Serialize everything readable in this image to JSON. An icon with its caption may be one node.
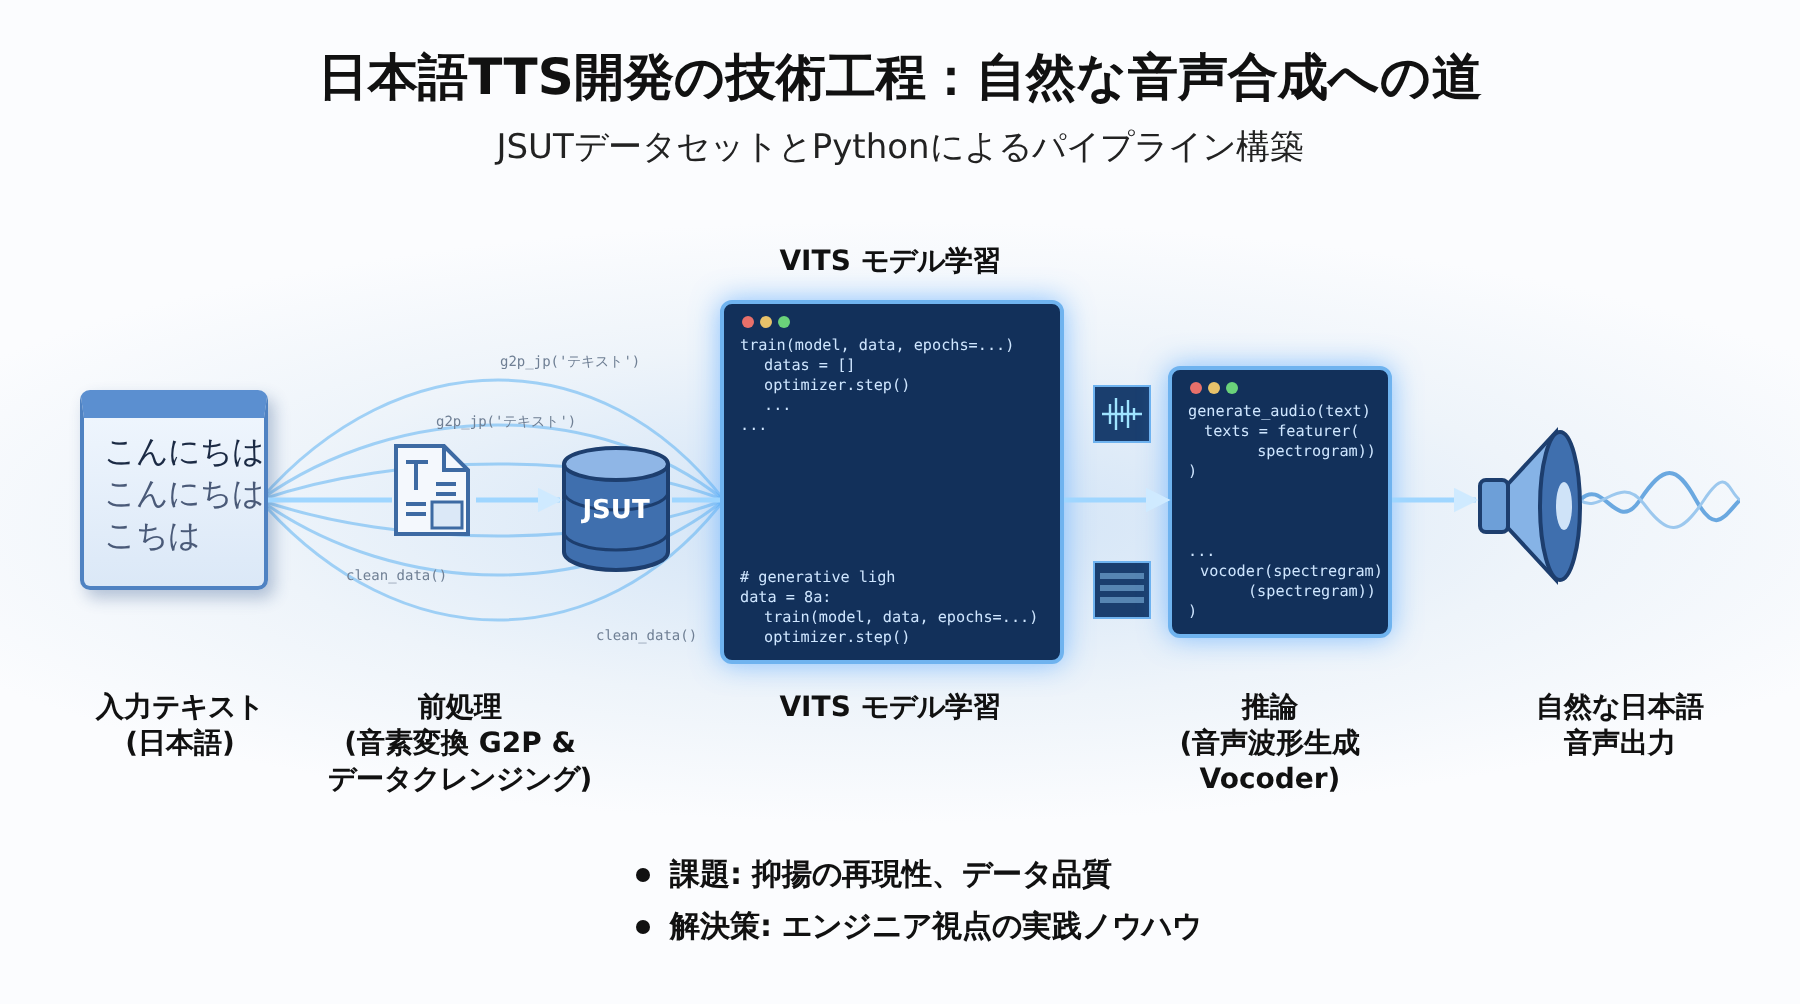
{
  "diagram": {
    "title": "日本語TTS開発の技術工程：自然な音声合成への道",
    "caption": "JSUTデータセットとPythonによるパイプライン構築",
    "nodes": [
      {
        "text": [
          "こんにちは",
          "こんにちは",
          "こちは"
        ],
        "beside": [
          "入力テキスト",
          "(日本語)"
        ]
      },
      {
        "text": [],
        "shape": "picture",
        "beside": [
          "前処理",
          "(音素変換 G2P &",
          "データクレンジング)"
        ]
      },
      {
        "text": [
          "JSUT"
        ]
      },
      {
        "text": [
          "train(model, data, epochs=...)",
          "datas = []",
          "optimizer.step()",
          "...",
          "...",
          "# generative ligh",
          "data = 8a:",
          "train(model, data, epochs=...)",
          "optimizer.step()"
        ],
        "beside": [
          "VITS モデル学習",
          "VITS モデル学習"
        ]
      },
      {
        "text": [
          "generate_audio(text)",
          "texts = featurer(",
          "spectrogram))",
          ")",
          "...",
          "vocoder(spectregram)",
          "(spectregram))",
          ")"
        ],
        "beside": [
          "推論",
          "(音声波形生成",
          "Vocoder)"
        ]
      },
      {
        "text": [],
        "shape": "picture",
        "beside": [
          "自然な日本語",
          "音声出力"
        ]
      }
    ],
    "edges": [
      {
        "from": 0,
        "to": 1,
        "arrow": "none"
      },
      {
        "from": 1,
        "to": 2,
        "arrow": "to"
      },
      {
        "from": 2,
        "to": 3,
        "arrow": "none"
      },
      {
        "from": 3,
        "to": 4,
        "arrow": "to"
      },
      {
        "from": 4,
        "to": 5,
        "arrow": "to"
      }
    ],
    "labels": [
      "g2p_jp('テキスト')",
      "g2p_jp('テキスト')",
      "clean_data()",
      "clean_data()",
      "課題: 抑揚の再現性、データ品質",
      "解決策: エンジニア視点の実践ノウハウ"
    ]
  }
}
